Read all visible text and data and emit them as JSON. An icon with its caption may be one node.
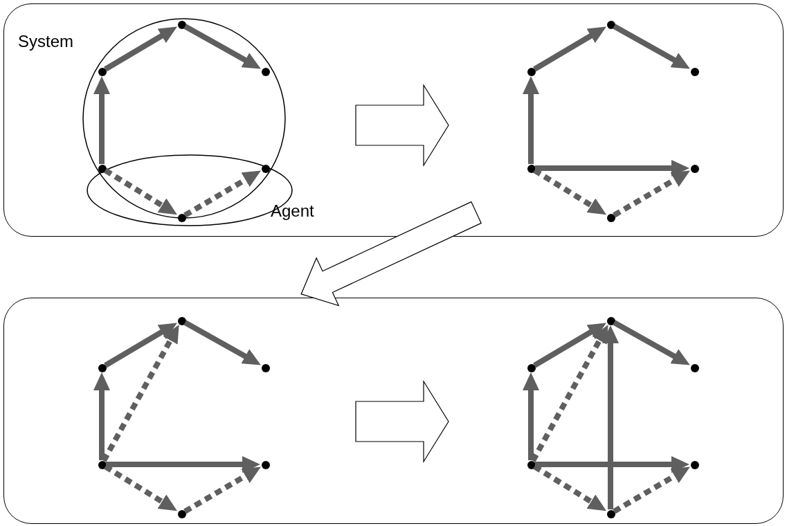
{
  "diagram": {
    "nodes": [
      {
        "text": [],
        "shape": "box"
      },
      {
        "text": [
          "System"
        ],
        "in": 0
      },
      {
        "text": [
          "Agent"
        ],
        "in": 0
      },
      {
        "text": [],
        "shape": "circle",
        "in": 1
      },
      {
        "text": [],
        "shape": "circle",
        "in": 1
      },
      {
        "text": [],
        "shape": "circle",
        "in": 1
      },
      {
        "text": [],
        "shape": "circle",
        "in": 1
      },
      {
        "text": [],
        "shape": "circle",
        "in": 2
      },
      {
        "text": [],
        "shape": "circle",
        "in": 2
      },
      {
        "text": [],
        "shape": "circle",
        "in": 0
      },
      {
        "text": [],
        "shape": "circle",
        "in": 0
      },
      {
        "text": [],
        "shape": "circle",
        "in": 0
      },
      {
        "text": [],
        "shape": "circle",
        "in": 0
      },
      {
        "text": [],
        "shape": "circle",
        "in": 0
      },
      {
        "text": [],
        "shape": "circle",
        "in": 0
      },
      {
        "text": [],
        "shape": "box"
      },
      {
        "text": [],
        "shape": "circle",
        "in": 15
      },
      {
        "text": [],
        "shape": "circle",
        "in": 15
      },
      {
        "text": [],
        "shape": "circle",
        "in": 15
      },
      {
        "text": [],
        "shape": "circle",
        "in": 15
      },
      {
        "text": [],
        "shape": "circle",
        "in": 15
      },
      {
        "text": [],
        "shape": "circle",
        "in": 15
      },
      {
        "text": [],
        "shape": "circle",
        "in": 15
      },
      {
        "text": [],
        "shape": "circle",
        "in": 15
      },
      {
        "text": [],
        "shape": "circle",
        "in": 15
      },
      {
        "text": [],
        "shape": "circle",
        "in": 15
      },
      {
        "text": [],
        "shape": "circle",
        "in": 15
      },
      {
        "text": [],
        "shape": "circle",
        "in": 15
      }
    ],
    "edges": [
      {
        "from": 6,
        "to": 3,
        "arrow": "to"
      },
      {
        "from": 3,
        "to": 4,
        "arrow": "to"
      },
      {
        "from": 4,
        "to": 5,
        "arrow": "to"
      },
      {
        "from": 6,
        "to": 7,
        "arrow": "to",
        "style": "dashed"
      },
      {
        "from": 7,
        "to": 8,
        "arrow": "to",
        "style": "dashed"
      },
      {
        "from": 12,
        "to": 9,
        "arrow": "to"
      },
      {
        "from": 9,
        "to": 10,
        "arrow": "to"
      },
      {
        "from": 10,
        "to": 11,
        "arrow": "to"
      },
      {
        "from": 12,
        "to": 14,
        "arrow": "to"
      },
      {
        "from": 12,
        "to": 13,
        "arrow": "to",
        "style": "dashed"
      },
      {
        "from": 13,
        "to": 14,
        "arrow": "to",
        "style": "dashed"
      },
      {
        "from": 19,
        "to": 16,
        "arrow": "to"
      },
      {
        "from": 16,
        "to": 17,
        "arrow": "to"
      },
      {
        "from": 17,
        "to": 18,
        "arrow": "to"
      },
      {
        "from": 19,
        "to": 21,
        "arrow": "to"
      },
      {
        "from": 19,
        "to": 17,
        "arrow": "to",
        "style": "dashed"
      },
      {
        "from": 19,
        "to": 20,
        "arrow": "to",
        "style": "dashed"
      },
      {
        "from": 20,
        "to": 21,
        "arrow": "to",
        "style": "dashed"
      },
      {
        "from": 25,
        "to": 22,
        "arrow": "to"
      },
      {
        "from": 22,
        "to": 23,
        "arrow": "to"
      },
      {
        "from": 23,
        "to": 24,
        "arrow": "to"
      },
      {
        "from": 25,
        "to": 27,
        "arrow": "to"
      },
      {
        "from": 25,
        "to": 23,
        "arrow": "to",
        "style": "dashed"
      },
      {
        "from": 25,
        "to": 26,
        "arrow": "to",
        "style": "dashed"
      },
      {
        "from": 26,
        "to": 27,
        "arrow": "to",
        "style": "dashed"
      },
      {
        "from": 26,
        "to": 23,
        "arrow": "to"
      }
    ]
  }
}
